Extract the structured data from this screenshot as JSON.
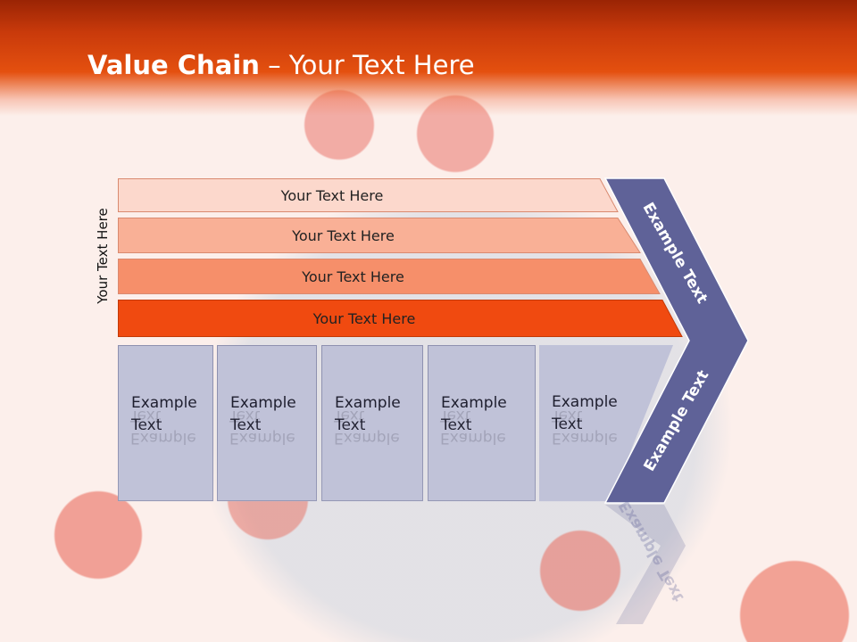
{
  "slide": {
    "title_bold": "Value Chain",
    "title_rest": " – Your Text Here",
    "side_label": "Your Text Here",
    "bars": [
      {
        "label": "Your Text Here",
        "color": "#fcd8cc"
      },
      {
        "label": "Your Text Here",
        "color": "#f9b096"
      },
      {
        "label": "Your Text Here",
        "color": "#f68f6a"
      },
      {
        "label": "Your Text Here",
        "color": "#f04a10"
      }
    ],
    "boxes": [
      {
        "line1": "Example",
        "line2": "Text"
      },
      {
        "line1": "Example",
        "line2": "Text"
      },
      {
        "line1": "Example",
        "line2": "Text"
      },
      {
        "line1": "Example",
        "line2": "Text"
      },
      {
        "line1": "Example",
        "line2": "Text"
      }
    ],
    "chevron_upper": "Example Text",
    "chevron_lower": "Example Text",
    "colors": {
      "header": "#e4500f",
      "chevron": "#5f6298",
      "box": "#c0c2d8"
    }
  }
}
